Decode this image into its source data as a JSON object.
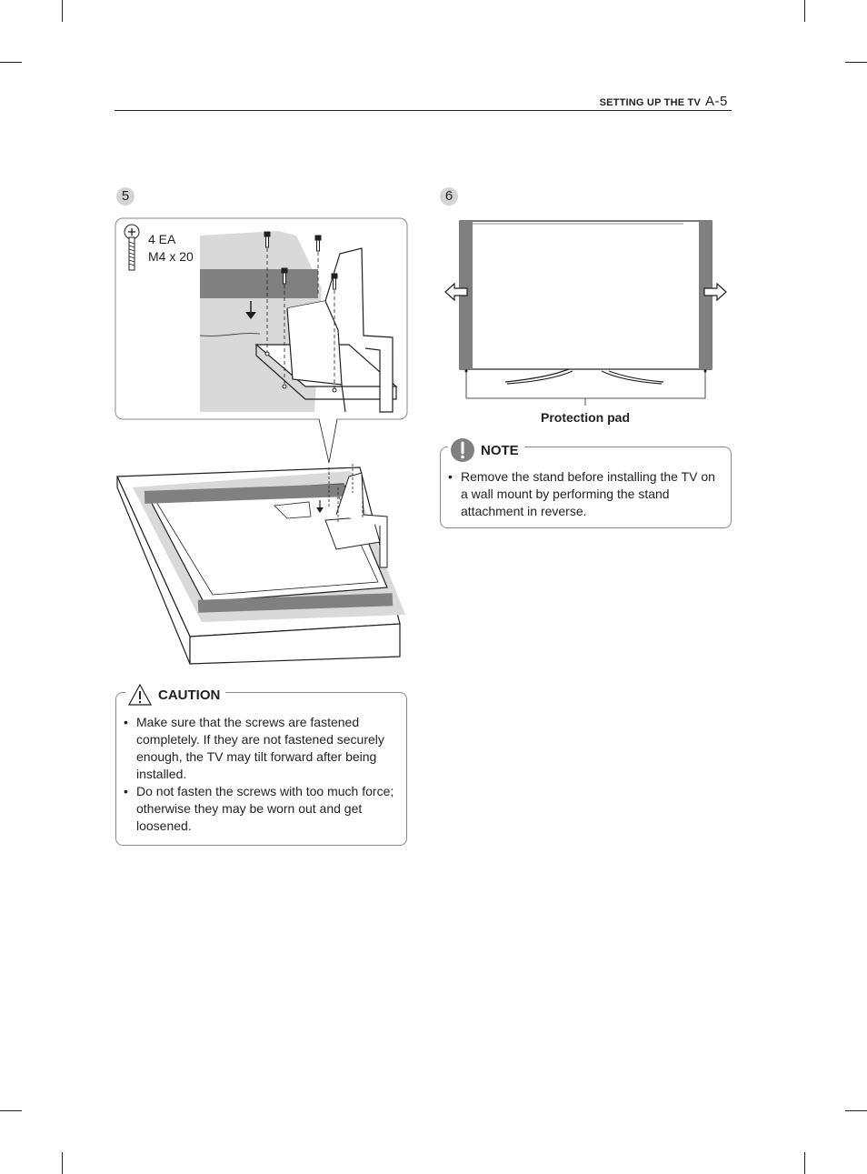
{
  "header": {
    "section": "SETTING UP THE TV",
    "page": "A-5"
  },
  "step5": {
    "number": "5",
    "screw_qty": "4 EA",
    "screw_size": "M4 x 20",
    "caution": {
      "title": "CAUTION",
      "items": [
        "Make sure that the screws are fastened completely. If they are not fastened securely enough, the TV may tilt forward after being installed.",
        "Do not fasten the screws with too much force; otherwise they may be worn out and get loosened."
      ]
    }
  },
  "step6": {
    "number": "6",
    "pad_label": "Protection pad",
    "note": {
      "title": "NOTE",
      "items": [
        "Remove the stand before installing the TV on a wall mount by performing the stand attachment in reverse."
      ]
    }
  }
}
